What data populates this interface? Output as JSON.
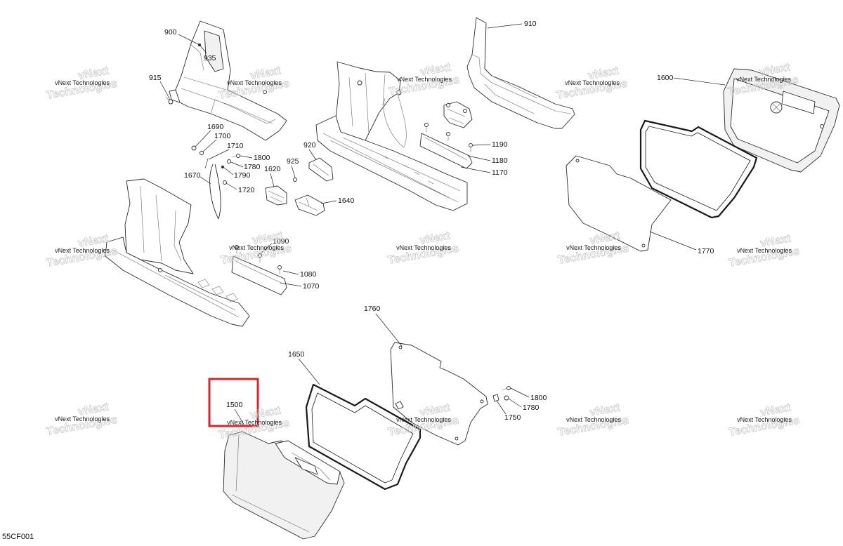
{
  "diagram_code": "55CF001",
  "highlight_color": "#d4262c",
  "watermark": {
    "text": "vNext Technologies",
    "large_line1": "vNext",
    "large_line2": "Technologies"
  },
  "callouts": {
    "p900": "900",
    "p935": "935",
    "p915": "915",
    "p910": "910",
    "p1600": "1600",
    "p1690": "1690",
    "p1700": "1700",
    "p1710": "1710",
    "p1800_top": "1800",
    "p1780_top": "1780",
    "p1790": "1790",
    "p1670": "1670",
    "p1720": "1720",
    "p1620": "1620",
    "p925": "925",
    "p920": "920",
    "p1640": "1640",
    "p1190": "1190",
    "p1180": "1180",
    "p1170": "1170",
    "p1090": "1090",
    "p1080": "1080",
    "p1070": "1070",
    "p1770": "1770",
    "p1760": "1760",
    "p1650": "1650",
    "p1500": "1500",
    "p1800_bottom": "1800",
    "p1780_bottom": "1780",
    "p1750": "1750"
  }
}
